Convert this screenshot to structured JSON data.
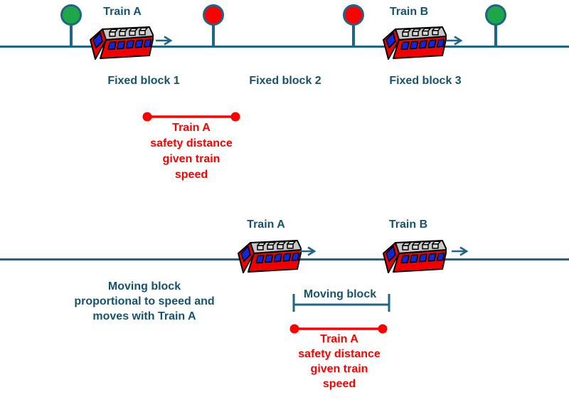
{
  "colors": {
    "background": "#FFFFFF",
    "teal_line": "#1F6587",
    "teal_text": "#16536F",
    "red": "#FF0000",
    "signal_green": "#1EA648",
    "train_gray": "#C8C8C8",
    "train_red": "#F20000",
    "train_window_blue": "#1226D8"
  },
  "fixed_block_diagram": {
    "train_a_label": "Train A",
    "train_b_label": "Train B",
    "block_labels": [
      "Fixed block 1",
      "Fixed block 2",
      "Fixed block 3"
    ],
    "signals": [
      "green",
      "red",
      "red",
      "green"
    ],
    "safety_note_lines": [
      "Train A",
      "safety distance",
      "given train",
      "speed"
    ]
  },
  "moving_block_diagram": {
    "train_a_label": "Train A",
    "train_b_label": "Train B",
    "description_lines": [
      "Moving block",
      "proportional to speed and",
      "moves with Train A"
    ],
    "moving_block_label": "Moving block",
    "safety_note_lines": [
      "Train A",
      "safety distance",
      "given train",
      "speed"
    ]
  }
}
